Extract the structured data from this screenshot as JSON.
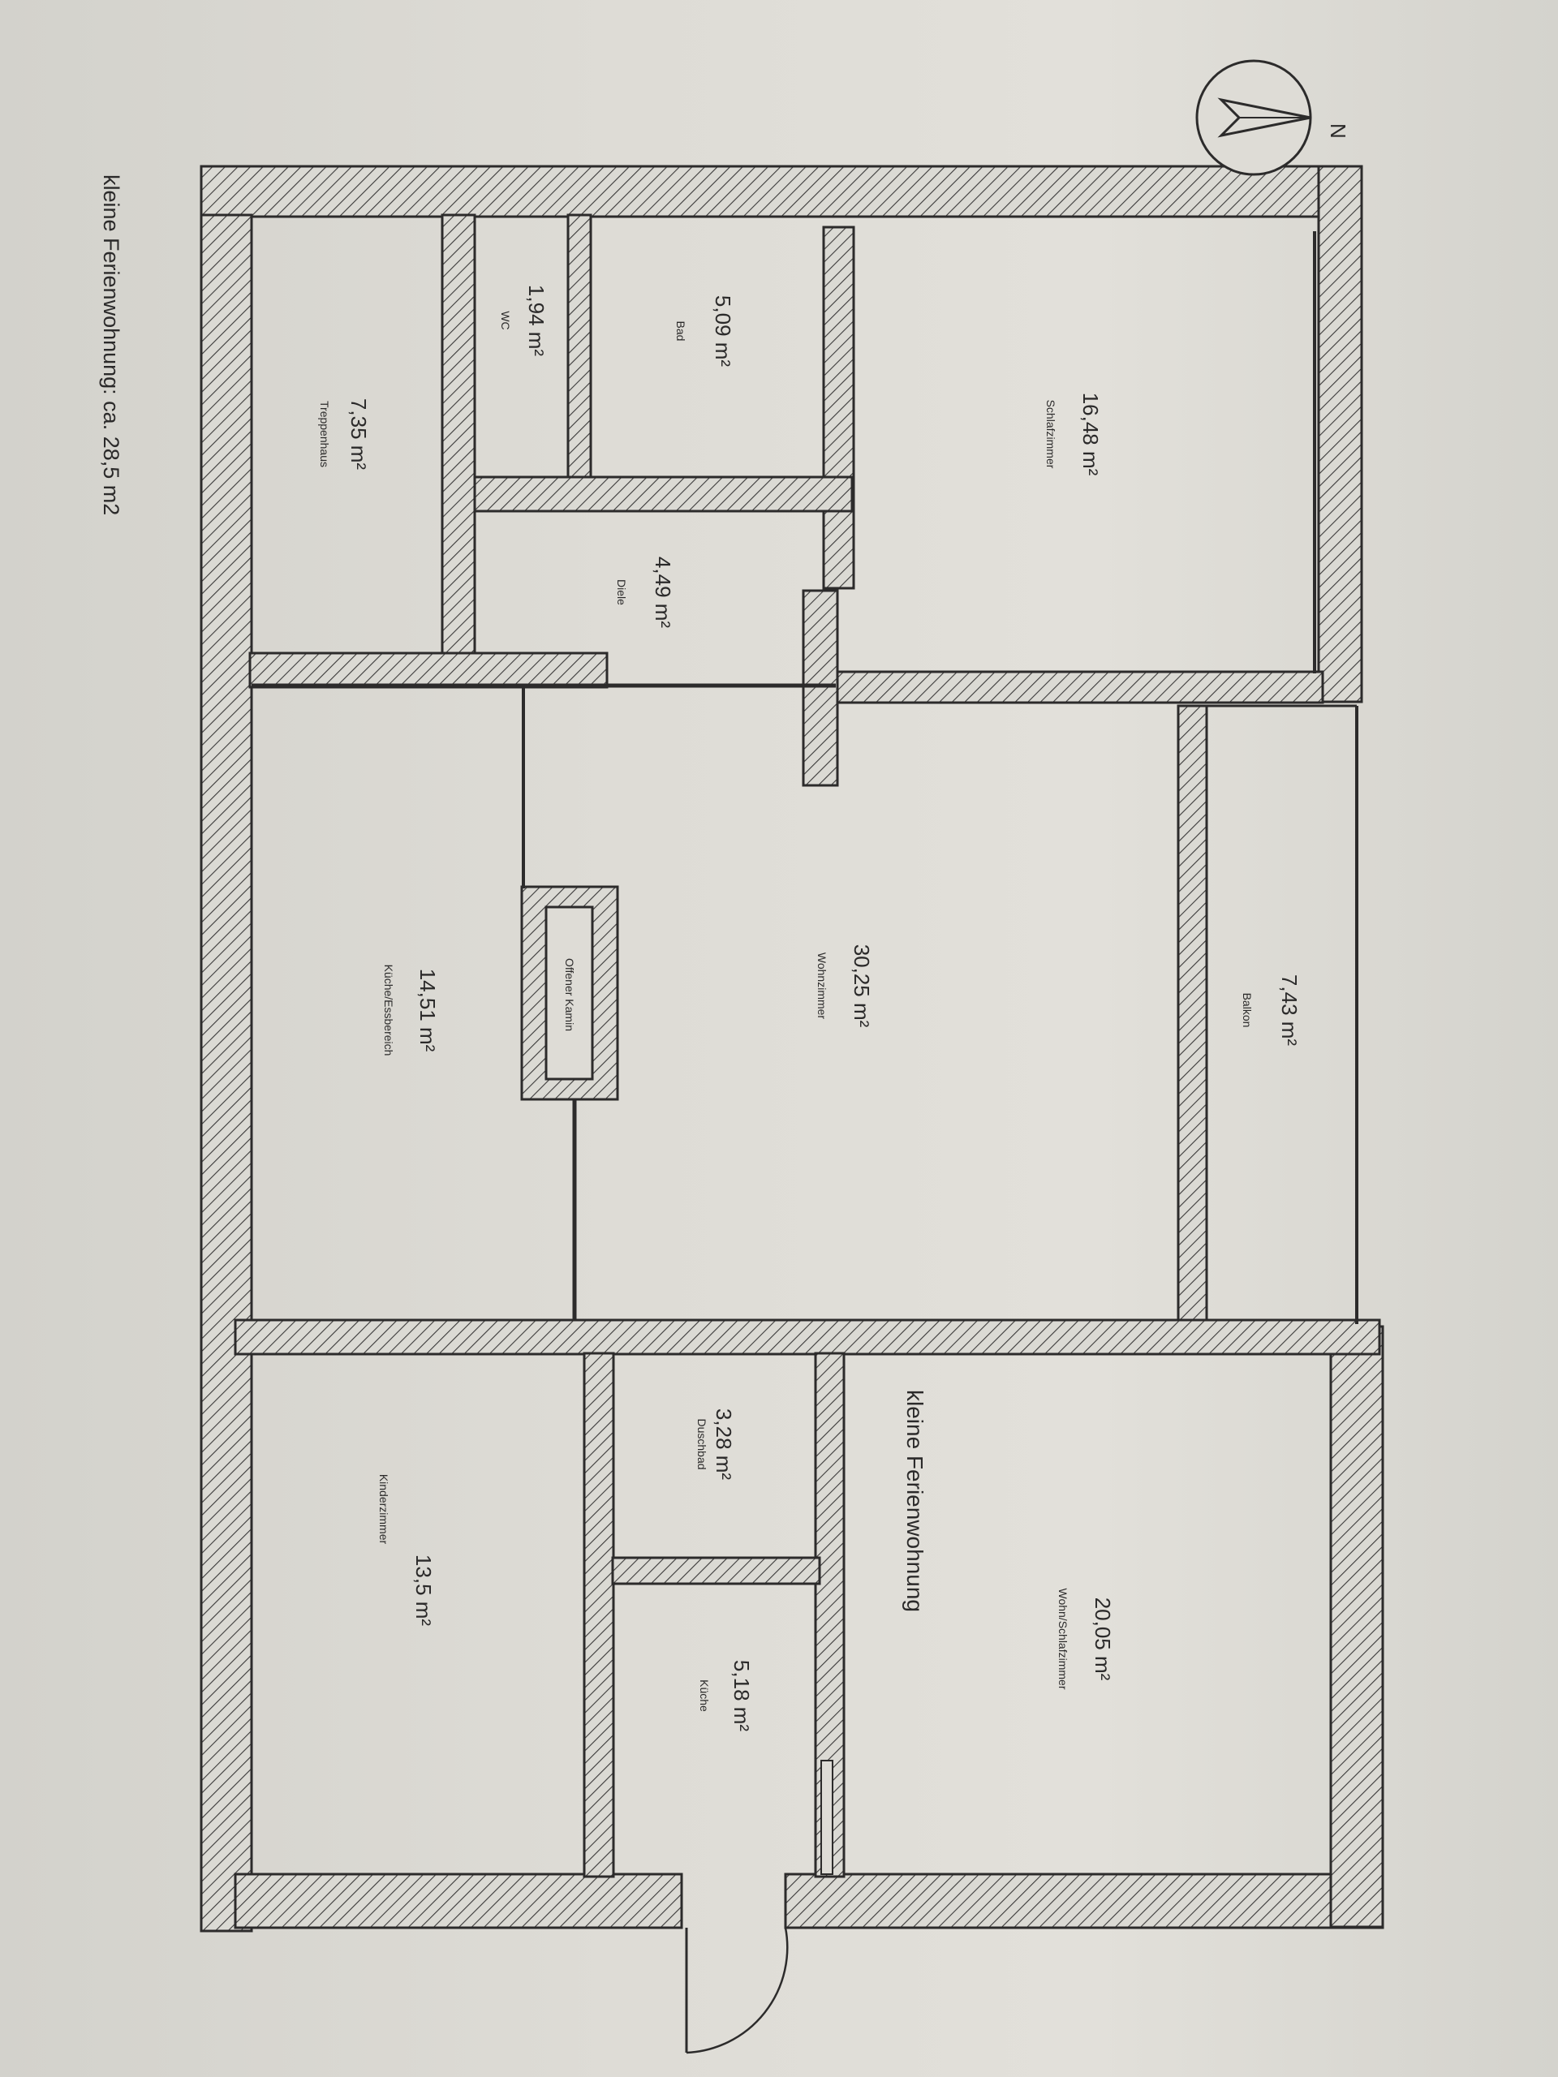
{
  "plan": {
    "note": "kleine Ferienwohnung: ca. 28,5 m2",
    "apartment_label": "kleine Ferienwohnung",
    "north_label": "N",
    "rooms": {
      "treppenhaus": {
        "area": "7,35 m²",
        "name": "Treppenhaus"
      },
      "wc": {
        "area": "1,94 m²",
        "name": "WC"
      },
      "bad": {
        "area": "5,09 m²",
        "name": "Bad"
      },
      "schlafzimmer": {
        "area": "16,48 m²",
        "name": "Schlafzimmer"
      },
      "diele": {
        "area": "4,49 m²",
        "name": "Diele"
      },
      "kueche_essbereich": {
        "area": "14,51 m²",
        "name": "Küche/Essbereich"
      },
      "kamin": {
        "name": "Offener Kamin"
      },
      "wohnzimmer": {
        "area": "30,25 m²",
        "name": "Wohnzimmer"
      },
      "balkon": {
        "area": "7,43 m²",
        "name": "Balkon"
      },
      "kinderzimmer": {
        "area": "13,5 m²",
        "name": "Kinderzimmer"
      },
      "duschbad": {
        "area": "3,28 m²",
        "name": "Duschbad"
      },
      "kueche": {
        "area": "5,18 m²",
        "name": "Küche"
      },
      "wohn_schlafzimmer": {
        "area": "20,05 m²",
        "name": "Wohn/Schlafzimmer"
      }
    }
  }
}
